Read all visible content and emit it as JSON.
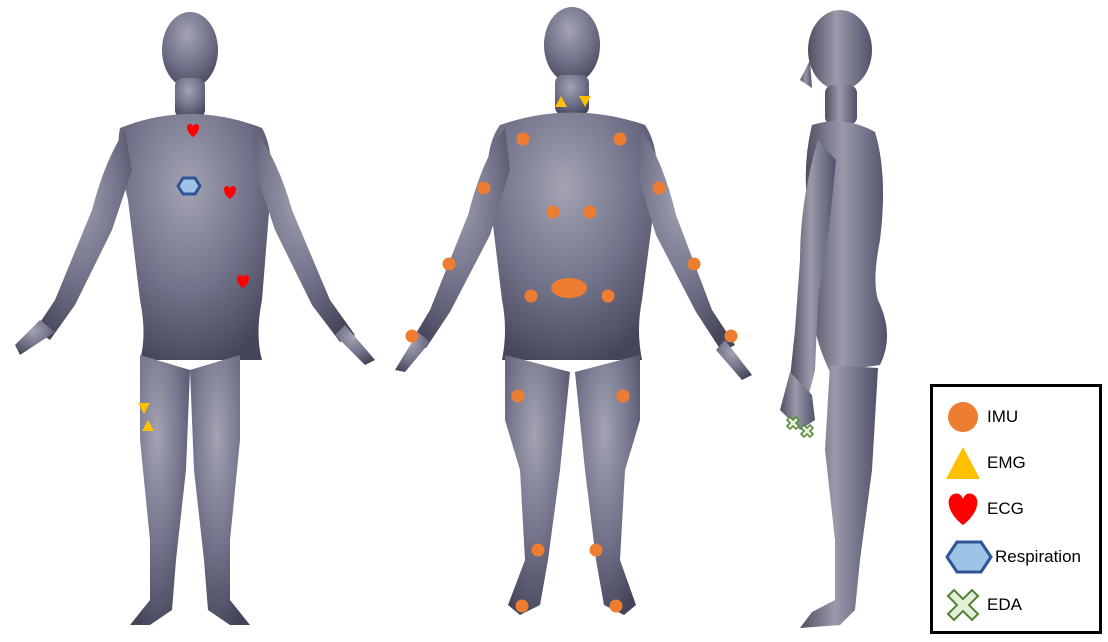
{
  "colors": {
    "body": "#6f6f80",
    "body_light": "#9a9aab",
    "body_dark": "#4a4a58",
    "imu": "#ed7d31",
    "emg": "#ffc000",
    "ecg": "#ff0000",
    "respiration_fill": "#9dc3e6",
    "respiration_stroke": "#2f5597",
    "eda_fill": "#e2f0d9",
    "eda_stroke": "#548235"
  },
  "legend": {
    "items": [
      {
        "key": "imu",
        "icon": "circle-icon",
        "label": "IMU"
      },
      {
        "key": "emg",
        "icon": "triangle-icon",
        "label": "EMG"
      },
      {
        "key": "ecg",
        "icon": "heart-icon",
        "label": "ECG"
      },
      {
        "key": "respiration",
        "icon": "hexagon-icon",
        "label": "Respiration"
      },
      {
        "key": "eda",
        "icon": "cross-icon",
        "label": "EDA"
      }
    ]
  },
  "views": [
    {
      "name": "front-view"
    },
    {
      "name": "back-view"
    },
    {
      "name": "side-view"
    }
  ]
}
